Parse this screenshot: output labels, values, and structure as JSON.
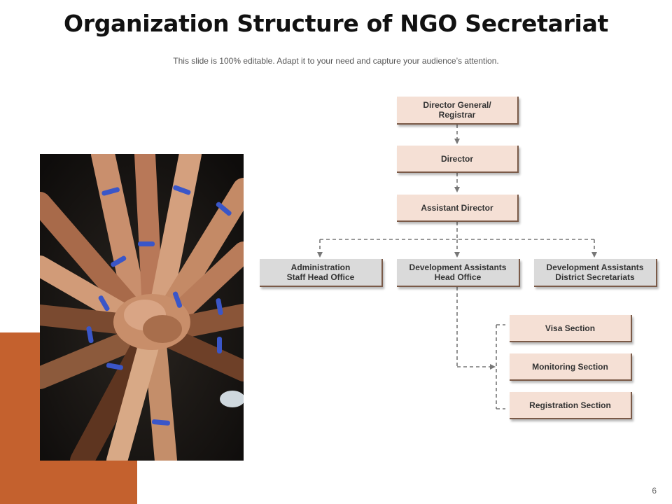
{
  "slide": {
    "title": "Organization Structure of NGO Secretariat",
    "subtitle": "This slide is 100% editable. Adapt it to your need and capture your audience’s attention.",
    "page_number": "6"
  },
  "colors": {
    "accent": "#c4612e",
    "box_peach": "#f5e0d5",
    "box_grey": "#dadada",
    "connector": "#777777"
  },
  "org_chart": {
    "director_general": "Director General/\nRegistrar",
    "director": "Director",
    "assistant_director": "Assistant Director",
    "administration": "Administration\nStaff Head Office",
    "dev_assistants_head": "Development Assistants\nHead Office",
    "dev_assistants_district": "Development Assistants\nDistrict Secretariats",
    "visa_section": "Visa Section",
    "monitoring_section": "Monitoring  Section",
    "registration_section": "Registration Section"
  },
  "photo": {
    "description_icon": "team-hands-photo"
  }
}
